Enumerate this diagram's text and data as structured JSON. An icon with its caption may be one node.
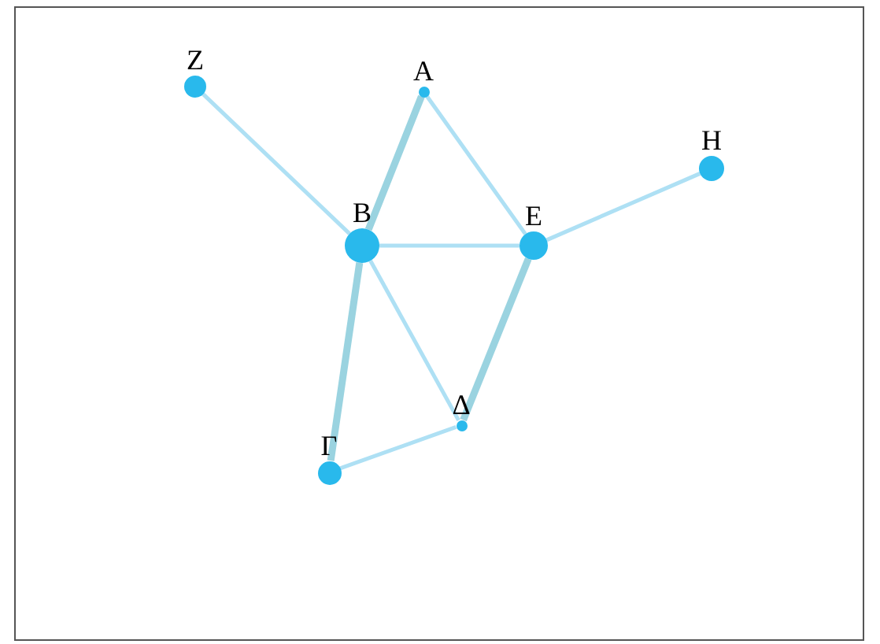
{
  "diagram": {
    "nodes": [
      {
        "text": [
          "Z"
        ]
      },
      {
        "text": [
          "A"
        ]
      },
      {
        "text": [
          "B"
        ]
      },
      {
        "text": [
          "E"
        ]
      },
      {
        "text": [
          "H"
        ]
      },
      {
        "text": [
          "Δ"
        ]
      },
      {
        "text": [
          "Γ"
        ]
      }
    ],
    "edges": [
      {
        "from": 0,
        "to": 2,
        "arrow": "none"
      },
      {
        "from": 1,
        "to": 2,
        "arrow": "none",
        "style": "thick",
        "color": "#9ad3e0"
      },
      {
        "from": 1,
        "to": 3,
        "arrow": "none"
      },
      {
        "from": 2,
        "to": 3,
        "arrow": "none"
      },
      {
        "from": 3,
        "to": 4,
        "arrow": "none"
      },
      {
        "from": 2,
        "to": 5,
        "arrow": "none"
      },
      {
        "from": 2,
        "to": 6,
        "arrow": "none",
        "style": "thick",
        "color": "#9ad3e0"
      },
      {
        "from": 3,
        "to": 5,
        "arrow": "none",
        "style": "thick",
        "color": "#9ad3e0"
      },
      {
        "from": 6,
        "to": 5,
        "arrow": "none"
      }
    ]
  }
}
